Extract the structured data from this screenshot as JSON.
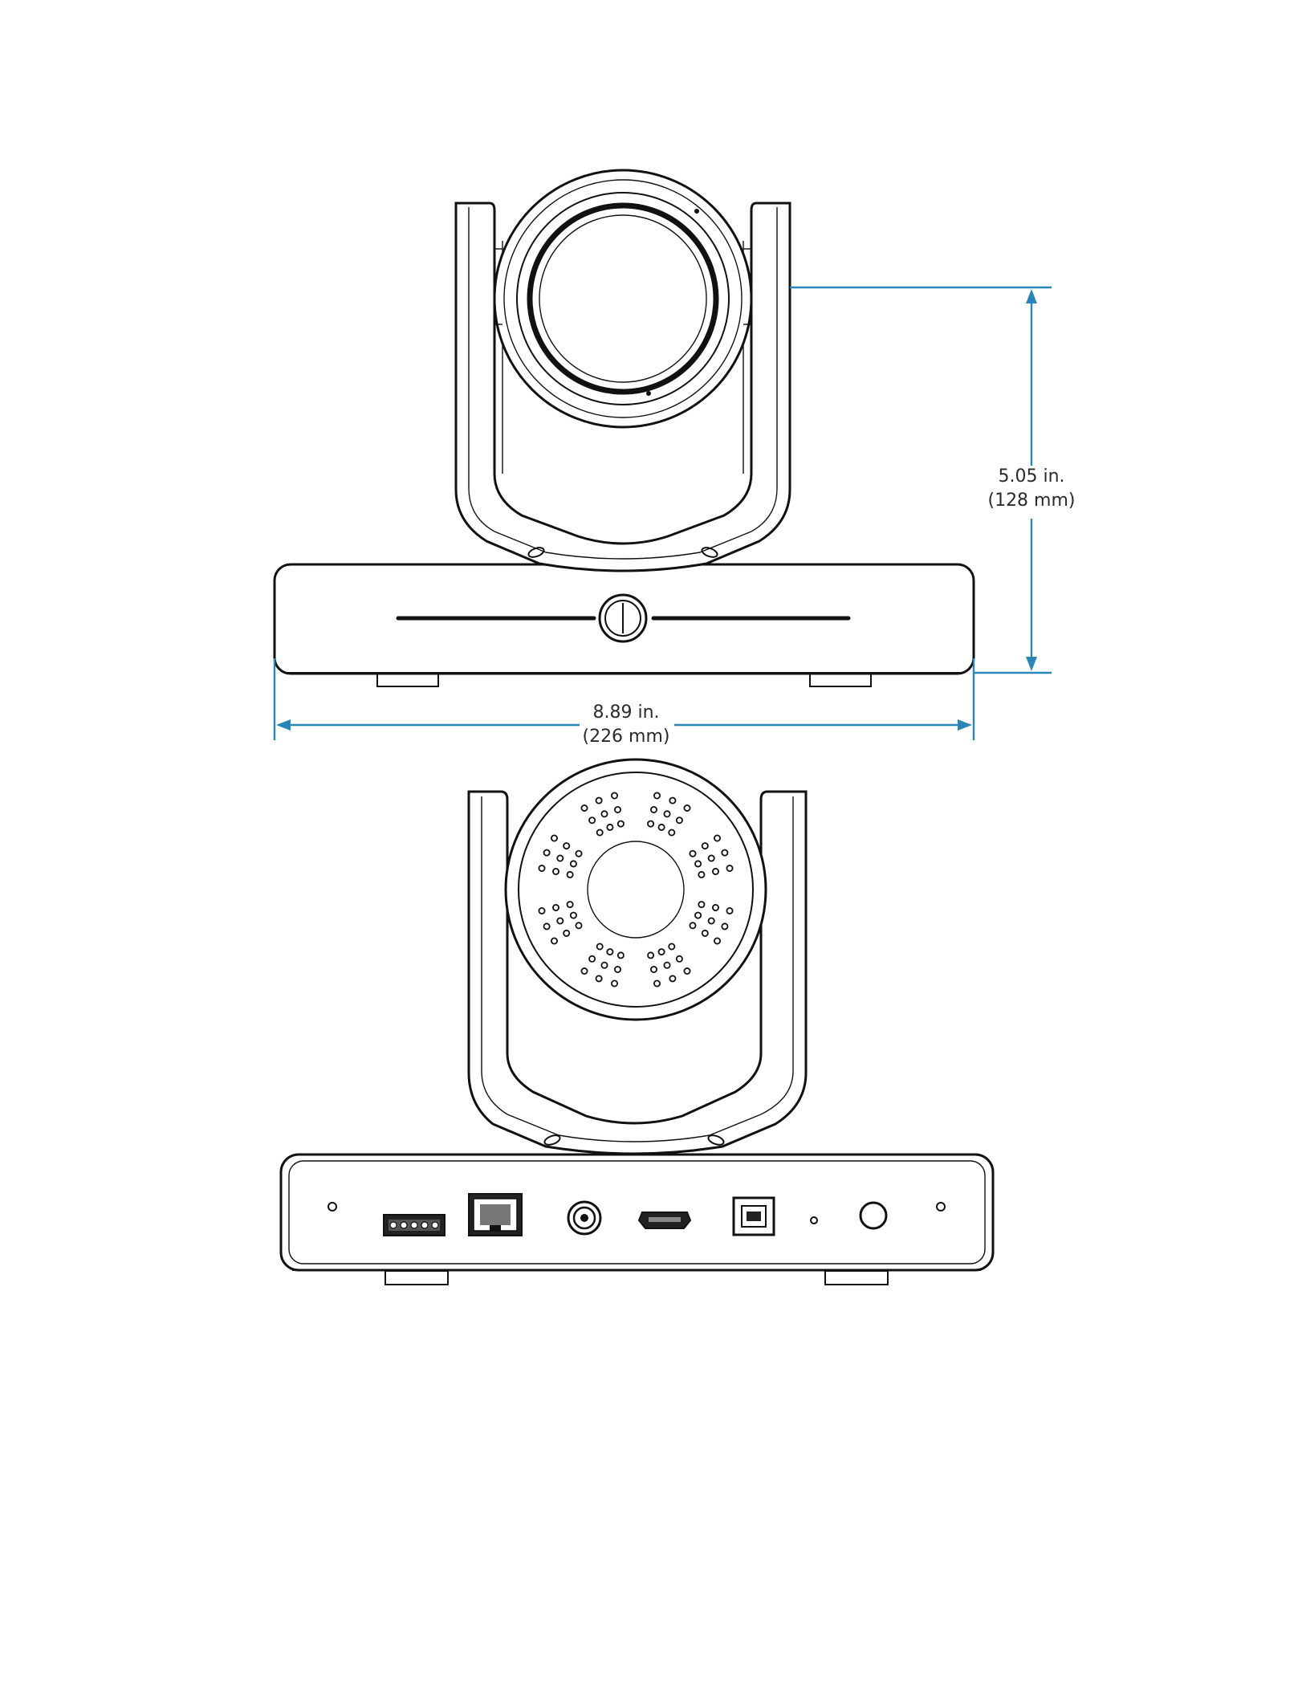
{
  "colors": {
    "dimension_line": "#2a86b6",
    "outline": "#111111",
    "background": "#ffffff"
  },
  "views": {
    "front": {
      "name": "front-view"
    },
    "rear": {
      "name": "rear-view"
    }
  },
  "dimensions": {
    "height": {
      "inches": "5.05 in.",
      "mm": "(128 mm)"
    },
    "width": {
      "inches": "8.89 in.",
      "mm": "(226 mm)"
    }
  },
  "rear_panel_connectors": [
    {
      "name": "screw-hole-left-icon"
    },
    {
      "name": "terminal-block-connector-icon"
    },
    {
      "name": "ethernet-port-icon"
    },
    {
      "name": "bnc-connector-icon"
    },
    {
      "name": "hdmi-port-icon"
    },
    {
      "name": "usb-b-port-icon"
    },
    {
      "name": "led-indicator-icon"
    },
    {
      "name": "power-jack-icon"
    },
    {
      "name": "screw-hole-right-icon"
    }
  ]
}
